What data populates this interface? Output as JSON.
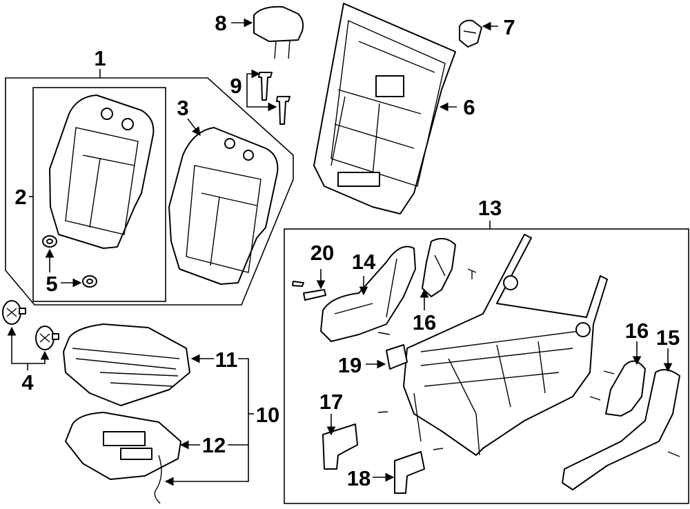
{
  "diagram": {
    "callouts": {
      "c1": "1",
      "c2": "2",
      "c3": "3",
      "c4": "4",
      "c5": "5",
      "c6": "6",
      "c7": "7",
      "c8": "8",
      "c9": "9",
      "c10": "10",
      "c11": "11",
      "c12": "12",
      "c13": "13",
      "c14": "14",
      "c15": "15",
      "c16a": "16",
      "c16b": "16",
      "c17": "17",
      "c18": "18",
      "c19": "19",
      "c20": "20"
    },
    "colors": {
      "line": "#000000",
      "background": "#ffffff"
    }
  }
}
